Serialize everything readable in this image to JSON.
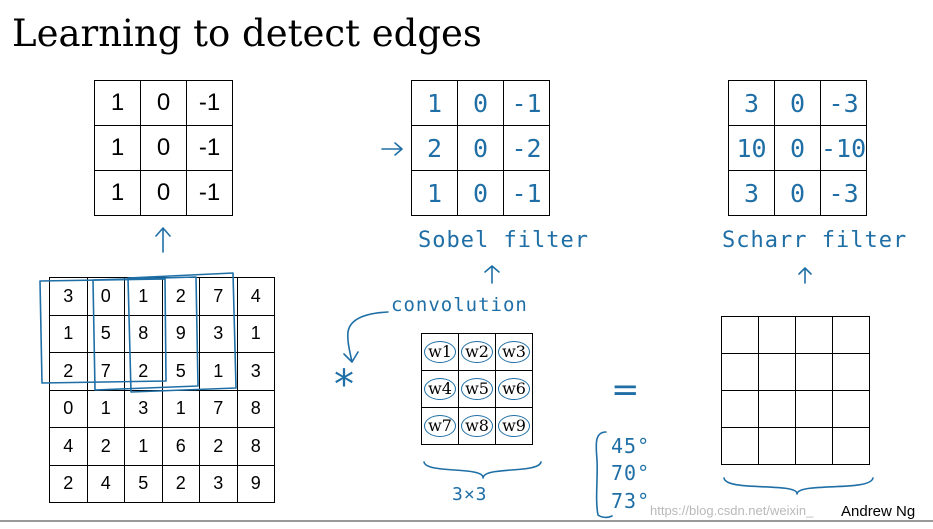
{
  "slide": {
    "title": "Learning to detect edges",
    "credit": "Andrew Ng",
    "watermark": "https://blog.csdn.net/weixin_"
  },
  "vertical_filter": [
    [
      "1",
      "0",
      "-1"
    ],
    [
      "1",
      "0",
      "-1"
    ],
    [
      "1",
      "0",
      "-1"
    ]
  ],
  "sobel": {
    "cells": [
      [
        "1",
        "0",
        "-1"
      ],
      [
        "2",
        "0",
        "-2"
      ],
      [
        "1",
        "0",
        "-1"
      ]
    ],
    "label": "Sobel filter"
  },
  "scharr": {
    "cells": [
      [
        "3",
        "0",
        "-3"
      ],
      [
        "10",
        "0",
        "-10"
      ],
      [
        "3",
        "0",
        "-3"
      ]
    ],
    "label": "Scharr filter"
  },
  "input_image": [
    [
      "3",
      "0",
      "1",
      "2",
      "7",
      "4"
    ],
    [
      "1",
      "5",
      "8",
      "9",
      "3",
      "1"
    ],
    [
      "2",
      "7",
      "2",
      "5",
      "1",
      "3"
    ],
    [
      "0",
      "1",
      "3",
      "1",
      "7",
      "8"
    ],
    [
      "4",
      "2",
      "1",
      "6",
      "2",
      "8"
    ],
    [
      "2",
      "4",
      "5",
      "2",
      "3",
      "9"
    ]
  ],
  "weights": [
    [
      "w1",
      "w2",
      "w3"
    ],
    [
      "w4",
      "w5",
      "w6"
    ],
    [
      "w7",
      "w8",
      "w9"
    ]
  ],
  "annotations": {
    "convolution": "convolution",
    "convolve_symbol": "*",
    "equals_symbol": "=",
    "filter_size": "3×3",
    "angles": [
      "45°",
      "70°",
      "73°"
    ]
  }
}
